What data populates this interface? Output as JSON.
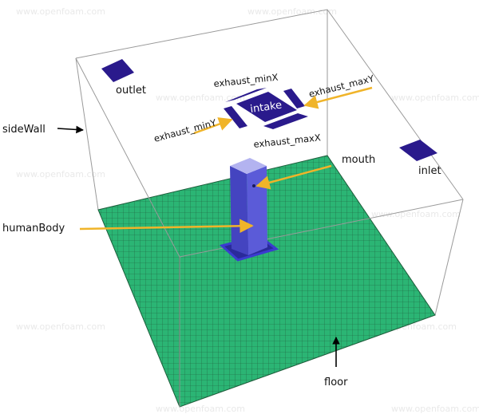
{
  "watermark": "www.openfoam.com",
  "colors": {
    "floor": "#2bb574",
    "mesh": "#1e5e3c",
    "patch": "#2a1a8c",
    "body_front": "#5b5bd8",
    "body_side": "#4444c0",
    "body_top": "#b3b3f0",
    "arrow": "#f0b429",
    "pointer": "#000000",
    "edges": "#9a9a9a"
  },
  "labels": {
    "outlet": "outlet",
    "inlet": "inlet",
    "intake": "intake",
    "exhaust_minX": "exhaust_minX",
    "exhaust_maxX": "exhaust_maxX",
    "exhaust_minY": "exhaust_minY",
    "exhaust_maxY": "exhaust_maxY",
    "mouth": "mouth",
    "humanBody": "humanBody",
    "sideWall": "sideWall",
    "floor": "floor"
  }
}
